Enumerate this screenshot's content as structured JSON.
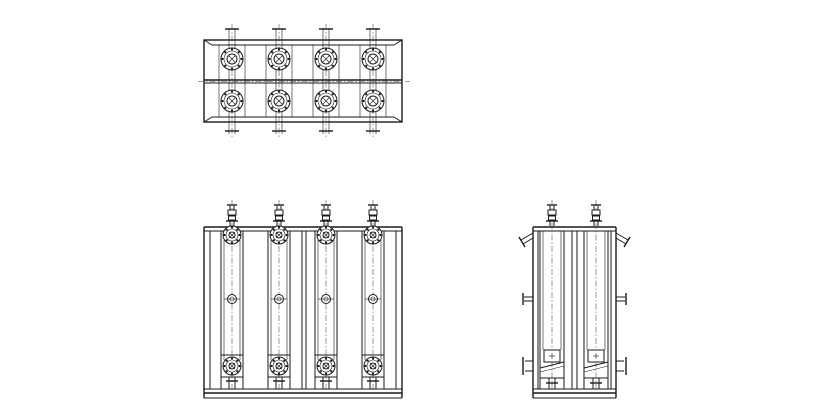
{
  "drawing": {
    "background": "#ffffff",
    "line_color": "#1a1a1a",
    "views": {
      "plan": {
        "nozzle_columns": 4,
        "nozzle_rows": 2
      },
      "front_elevation": {
        "tube_columns": 4
      },
      "side_elevation": {
        "tube_columns": 2
      }
    }
  }
}
